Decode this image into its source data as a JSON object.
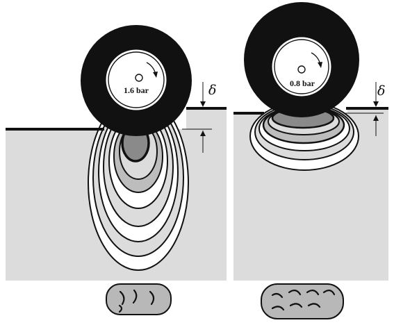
{
  "left_panel": {
    "pressure_label": "1.6 bar",
    "delta_symbol": "δ"
  },
  "right_panel": {
    "pressure_label": "0.8 bar",
    "delta_symbol": "δ"
  },
  "colors": {
    "soil": "#dcdcdc",
    "tire": "#111111",
    "rim": "#ffffff",
    "contour_dark": "#8a8a8a",
    "contour_mid": "#bdbdbd",
    "tread_patch": "#b8b8b8"
  }
}
